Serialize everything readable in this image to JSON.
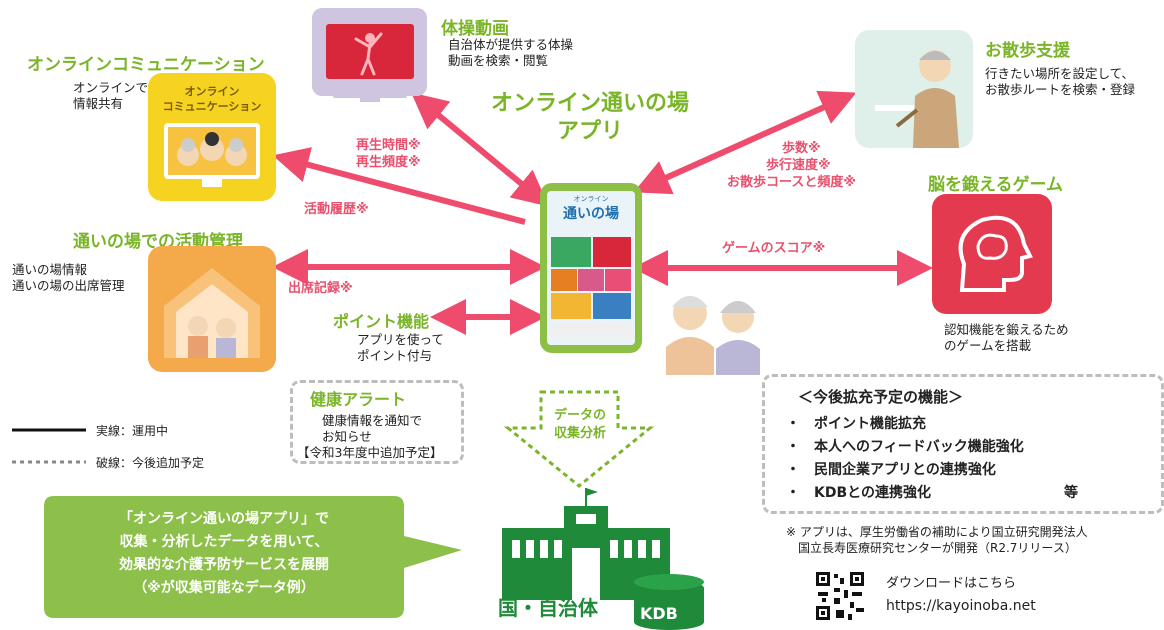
{
  "center": {
    "title_line1": "オンライン通いの場",
    "title_line2": "アプリ",
    "phone_header_small": "オンライン",
    "phone_header_big": "通いの場",
    "phone_tiles": [
      "",
      "",
      "",
      "",
      "",
      "",
      "",
      ""
    ]
  },
  "exercise_video": {
    "title": "体操動画",
    "desc_line1": "自治体が提供する体操",
    "desc_line2": "動画を検索・閲覧"
  },
  "online_comm": {
    "title": "オンラインコミュニケーション",
    "desc_line1": "オンラインで",
    "desc_line2": "情報共有",
    "tile_line1": "オンライン",
    "tile_line2": "コミュニケーション"
  },
  "activity_mgmt": {
    "title": "通いの場での活動管理",
    "desc_line1": "通いの場情報",
    "desc_line2": "通いの場の出席管理"
  },
  "walk_support": {
    "title": "お散歩支援",
    "desc_line1": "行きたい場所を設定して、",
    "desc_line2": "お散歩ルートを検索・登録"
  },
  "brain_game": {
    "title": "脳を鍛えるゲーム",
    "desc_line1": "認知機能を鍛えるため",
    "desc_line2": "のゲームを搭載"
  },
  "points": {
    "title": "ポイント機能",
    "desc_line1": "アプリを使って",
    "desc_line2": "ポイント付与"
  },
  "arrow_labels": {
    "play_time": "再生時間※",
    "play_freq": "再生頻度※",
    "activity_history": "活動履歴※",
    "attendance": "出席記録※",
    "steps": "歩数※",
    "walk_speed": "歩行速度※",
    "walk_course": "お散歩コースと頻度※",
    "game_score": "ゲームのスコア※"
  },
  "health_alert": {
    "title": "健康アラート",
    "desc_line1": "健康情報を通知で",
    "desc_line2": "お知らせ",
    "desc_line3": "【令和3年度中追加予定】"
  },
  "legend": {
    "solid": "実線：運用中",
    "dashed": "破線：今後追加予定"
  },
  "data_collect": {
    "line1": "データの",
    "line2": "収集分析"
  },
  "government": {
    "label": "国・自治体",
    "kdb": "KDB"
  },
  "bubble": {
    "line1": "「オンライン通いの場アプリ」で",
    "line2": "収集・分析したデータを用いて、",
    "line3": "効果的な介護予防サービスを展開",
    "line4": "（※が収集可能なデータ例）"
  },
  "future": {
    "title": "＜今後拡充予定の機能＞",
    "items": [
      "・　ポイント機能拡充",
      "・　本人へのフィードバック機能強化",
      "・　民間企業アプリとの連携強化",
      "・　KDBとの連携強化"
    ],
    "etc": "等"
  },
  "note": {
    "line1": "※ アプリは、厚生労働省の補助により国立研究開発法人",
    "line2": "国立長寿医療研究センターが開発（R2.7リリース）"
  },
  "download": {
    "label": "ダウンロードはこちら",
    "url": "https://kayoinoba.net"
  },
  "colors": {
    "green": "#7ab528",
    "pink": "#e8506e",
    "yellow": "#f5d320",
    "orange": "#f4a94a",
    "red_tile": "#d8263a",
    "dark_green": "#1f8a3a",
    "light_green_bubble": "#8cc04a"
  }
}
